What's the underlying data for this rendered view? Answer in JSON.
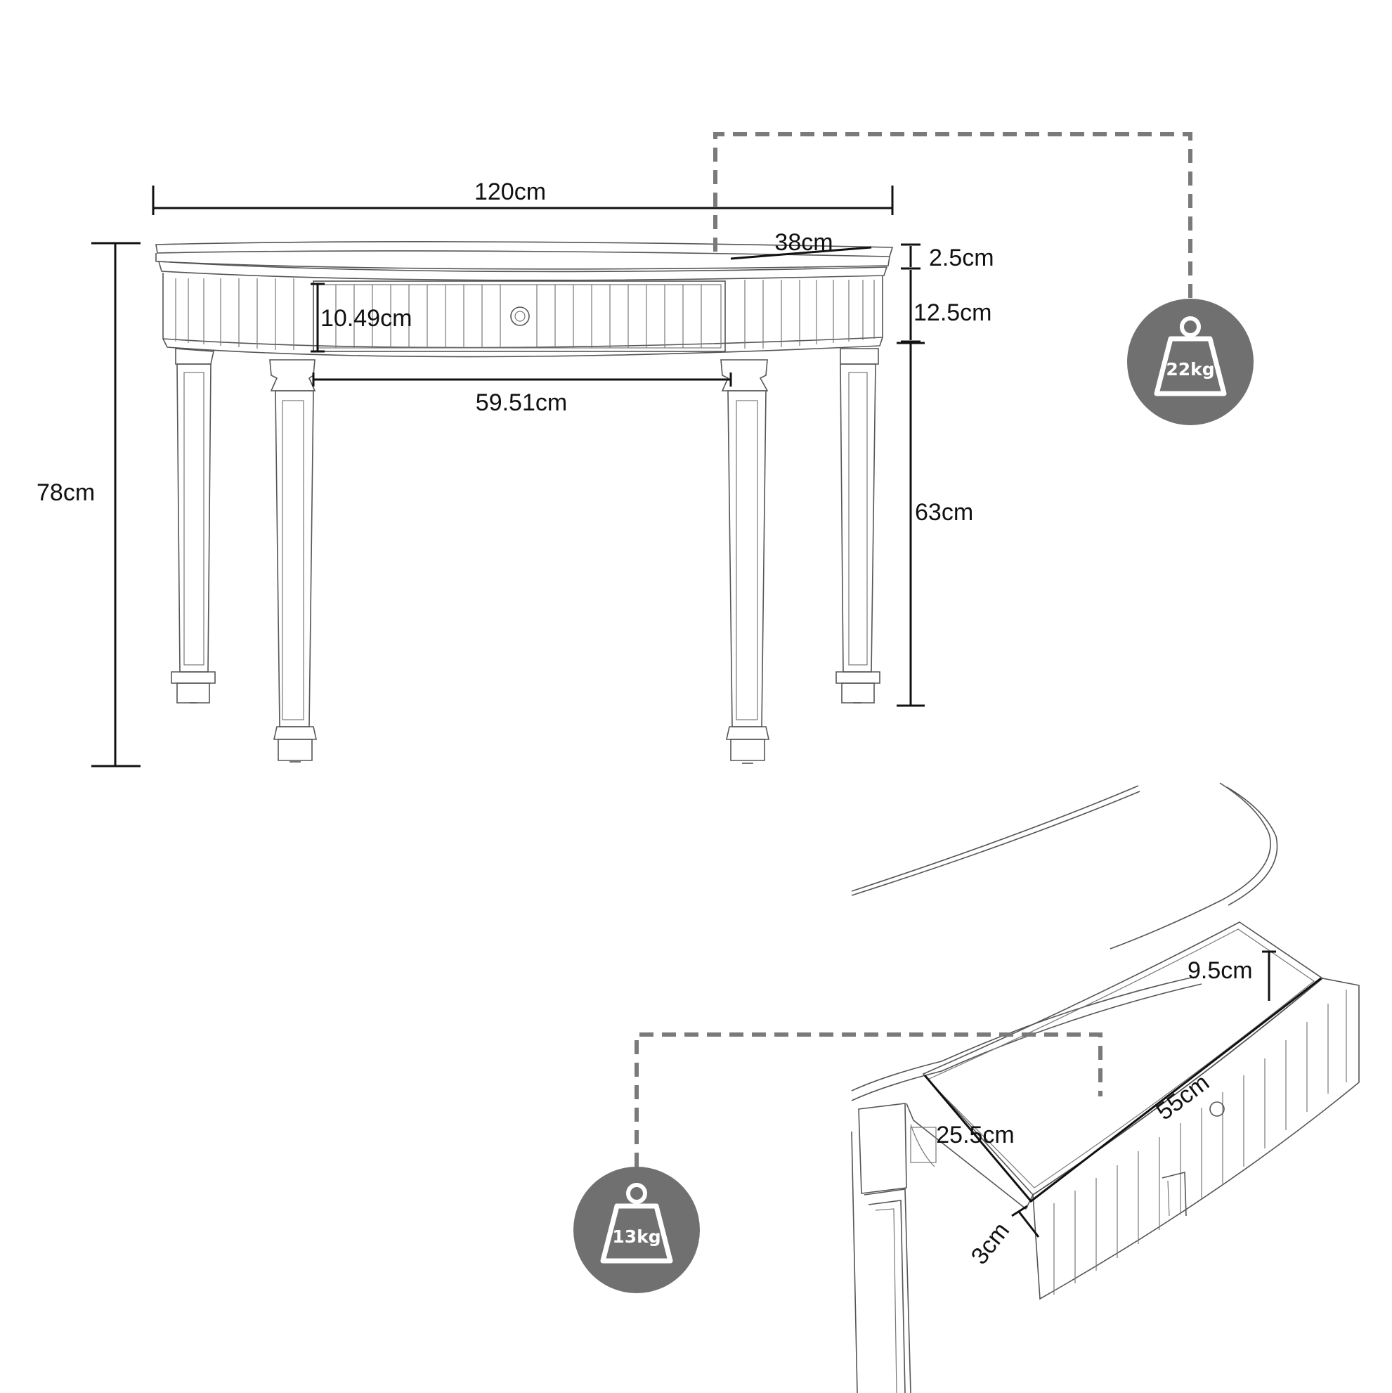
{
  "dimensions": {
    "width": "120cm",
    "depth": "38cm",
    "top_thickness": "2.5cm",
    "apron_height": "12.5cm",
    "drawer_front_height": "10.49cm",
    "leg_spacing": "59.51cm",
    "total_height": "78cm",
    "leg_height": "63cm"
  },
  "drawer_dimensions": {
    "inner_depth": "9.5cm",
    "length": "55cm",
    "width": "25.5cm",
    "wall": "3cm"
  },
  "weights": {
    "table": "22kg",
    "drawer": "13kg"
  },
  "colors": {
    "badge": "#707070",
    "dashed_line": "#7a7a7a",
    "dimension_line": "#111111"
  }
}
